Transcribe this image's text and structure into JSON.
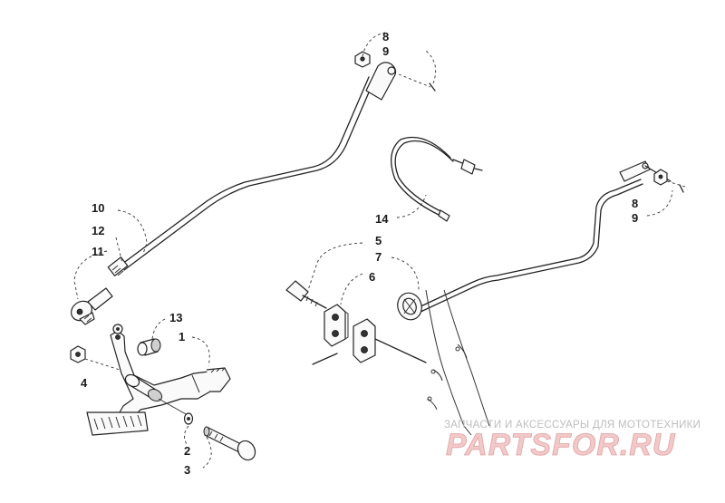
{
  "diagram": {
    "callouts": {
      "c1": "1",
      "c2": "2",
      "c3": "3",
      "c4": "4",
      "c5": "5",
      "c6": "6",
      "c7": "7",
      "c8a": "8",
      "c9a": "9",
      "c8b": "8",
      "c9b": "9",
      "c10": "10",
      "c11": "11",
      "c12": "12",
      "c13": "13",
      "c14": "14"
    }
  },
  "watermark": {
    "caption": "ЗАПЧАСТИ И АКСЕССУАРЫ ДЛЯ МОТОТЕХНИКИ",
    "logo": "PARTSFOR.RU"
  }
}
